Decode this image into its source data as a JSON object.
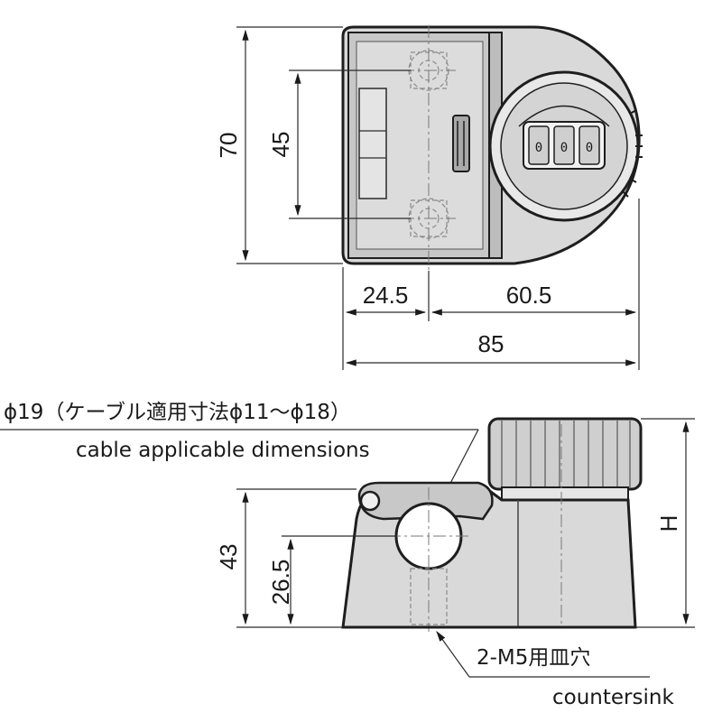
{
  "drawing": {
    "top_view": {
      "height_total": "70",
      "height_hole_pitch": "45",
      "width_left": "24.5",
      "width_right": "60.5",
      "width_total": "85"
    },
    "side_view": {
      "cable_dia_note": "ϕ19（ケーブル適用寸法ϕ11～ϕ18）",
      "cable_note_en": "cable applicable dimensions",
      "height_body": "43",
      "height_cable_center": "26.5",
      "height_overall": "H",
      "hole_note": "2-M5用皿穴",
      "hole_note_en": "countersink"
    },
    "dial_digits": [
      "0",
      "0",
      "0"
    ]
  }
}
